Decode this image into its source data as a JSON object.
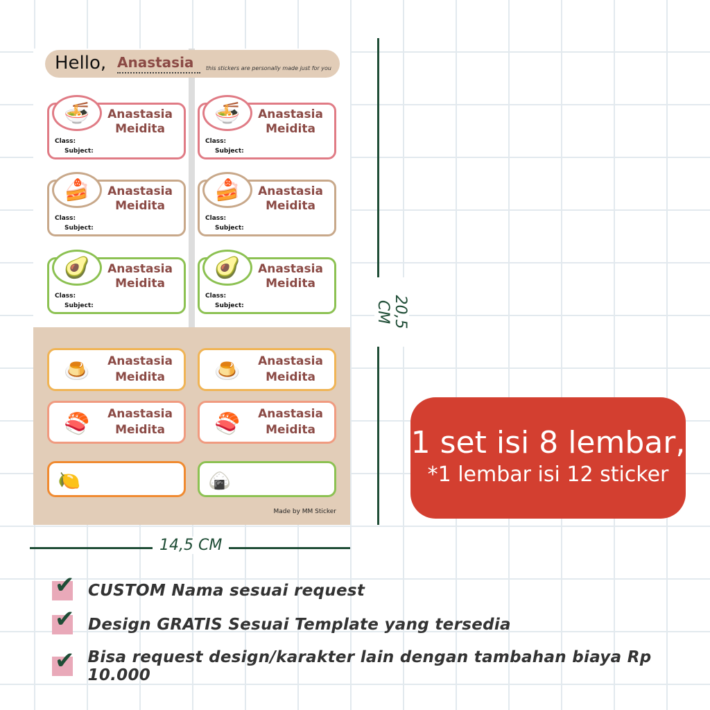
{
  "sheet": {
    "hello": "Hello,",
    "name": "Anastasia",
    "tagline": "this stickers are personally made just for you",
    "made_by": "Made by MM Sticker"
  },
  "stickers": [
    {
      "line1": "Anastasia",
      "line2": "Meidita",
      "class": "Class:",
      "subject": "Subject:",
      "icon": "noodle-bowl-icon",
      "glyph": "🍜",
      "color": "#e07b85"
    },
    {
      "line1": "Anastasia",
      "line2": "Meidita",
      "class": "Class:",
      "subject": "Subject:",
      "icon": "pudding-icon",
      "glyph": "🍰",
      "color": "#c8a88a"
    },
    {
      "line1": "Anastasia",
      "line2": "Meidita",
      "class": "Class:",
      "subject": "Subject:",
      "icon": "avocado-icon",
      "glyph": "🥑",
      "color": "#8cc152"
    },
    {
      "line1": "Anastasia",
      "line2": "Meidita",
      "icon": "flan-icon",
      "glyph": "🍮",
      "color": "#f0b455"
    },
    {
      "line1": "Anastasia",
      "line2": "Meidita",
      "icon": "sushi-icon",
      "glyph": "🍣",
      "color": "#f09b80"
    }
  ],
  "bottom_row": [
    {
      "icon": "lemon-icon",
      "glyph": "🍋",
      "color": "#f08a30"
    },
    {
      "icon": "onigiri-icon",
      "glyph": "🍙",
      "color": "#8cc152"
    }
  ],
  "dims": {
    "height": "20,5 CM",
    "width": "14,5 CM"
  },
  "promo": {
    "line1": "1 set isi 8 lembar,",
    "line2": "*1 lembar isi 12 sticker"
  },
  "features": [
    "CUSTOM Nama sesuai request",
    "Design GRATIS Sesuai Template yang tersedia",
    "Bisa request design/karakter lain dengan tambahan biaya Rp 10.000"
  ]
}
